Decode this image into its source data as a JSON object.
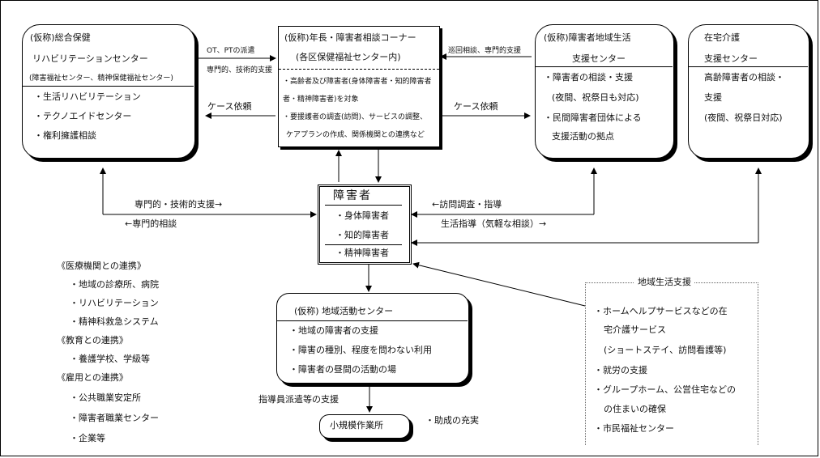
{
  "rehab": {
    "title1": "(仮称)総合保健",
    "title2": "リハビリテーションセンター",
    "title3": "(障害福祉センター、精神保健福祉センター)",
    "items": [
      "・生活リハビリテーション",
      "・テクノエイドセンター",
      "・権利擁護相談"
    ]
  },
  "consult": {
    "title1": "(仮称)年長・障害者相談コーナー",
    "title2": "(各区保健福祉センター内)",
    "items": [
      "・高齢者及び障害者(身体障害者・知的障害者",
      "者・精神障害者)を対象",
      "・要援護者の調査(訪問)、サービスの調整、",
      "ケアプランの作成、関係機関との連携など"
    ]
  },
  "life": {
    "title1": "(仮称)障害者地域生活",
    "title2": "支援センター",
    "items": [
      "・障害者の相談・支援",
      "(夜間、祝祭日も対応)",
      "・民間障害者団体による",
      "支援活動の拠点"
    ]
  },
  "home": {
    "title1": "在宅介護",
    "title2": "支援センター",
    "items": [
      "高齢障害者の相談・",
      "支援",
      "(夜間、祝祭日対応)"
    ]
  },
  "center": {
    "title": "障害者",
    "items": [
      "・身体障害者",
      "・知的障害者",
      "・精神障害者"
    ]
  },
  "activity": {
    "title": "(仮称) 地域活動センター",
    "items": [
      "・地域の障害者の支援",
      "・障害の種別、程度を問わない利用",
      "・障害者の昼間の活動の場"
    ]
  },
  "workshop": {
    "title": "小規模作業所"
  },
  "labels": {
    "ot_pt": "OT、PTの派遣",
    "expert_support": "専門的、技術的支援",
    "case_left": "ケース依頼",
    "case_right": "ケース依頼",
    "patrol": "巡回相談、専門的支援",
    "tech_support": "専門的・技術的支援→",
    "tech_consult": "←専門的相談",
    "visit_guidance": "←訪問調査・指導",
    "life_guidance": "生活指導（気軽な相談）→",
    "dispatch": "指導員派遣等の支援",
    "subsidy": "・助成の充実"
  },
  "links": {
    "medical_head": "《医療機関との連携》",
    "medical": [
      "・地域の診療所、病院",
      "・リハビリテーション",
      "・精神科救急システム"
    ],
    "edu_head": "《教育との連携》",
    "edu": [
      "・養護学校、学級等"
    ],
    "emp_head": "《雇用との連携》",
    "emp": [
      "・公共職業安定所",
      "・障害者職業センター",
      "・企業等"
    ]
  },
  "community": {
    "head": "地域生活支援",
    "items": [
      "・ホームヘルプサービスなどの在",
      "宅介護サービス",
      "(ショートステイ、訪問看護等)",
      "・就労の支援",
      "・グループホーム、公営住宅などの",
      "の住まいの確保",
      "・市民福祉センター"
    ]
  }
}
